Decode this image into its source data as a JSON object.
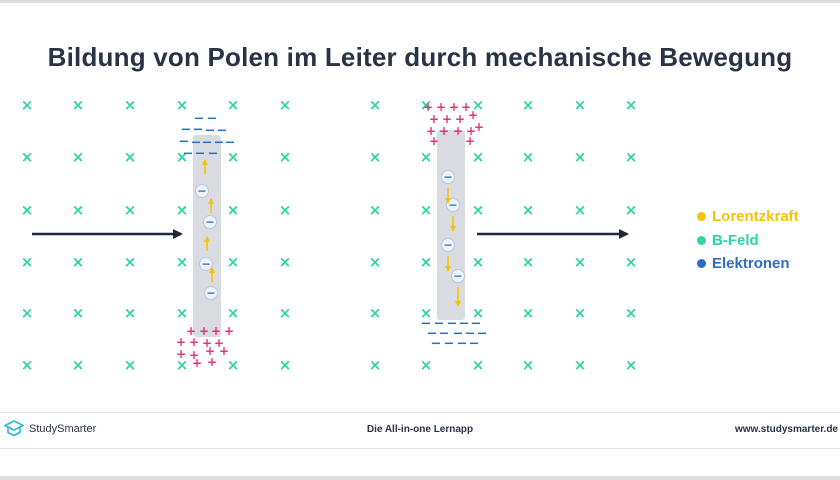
{
  "title": "Bildung von Polen im Leiter durch mechanische Bewegung",
  "legend": [
    {
      "label": "Lorentzkraft",
      "color": "#f5c400"
    },
    {
      "label": "B-Feld",
      "color": "#2fd4a6"
    },
    {
      "label": "Elektronen",
      "color": "#2b6cc4"
    }
  ],
  "symbols": {
    "field": "×",
    "electron": "−",
    "positive": "+",
    "negative": "−"
  },
  "colors": {
    "field": "#2fd4a6",
    "force": "#f5c400",
    "electron": "#2b6cc4",
    "positive": "#e0357a",
    "negative": "#2b6cc4",
    "conductor": "#d9dbe0",
    "arrow": "#1e2a3c"
  },
  "footer": {
    "brand": "StudySmarter",
    "tagline": "Die All-in-one Lernapp",
    "url": "www.studysmarter.de"
  }
}
